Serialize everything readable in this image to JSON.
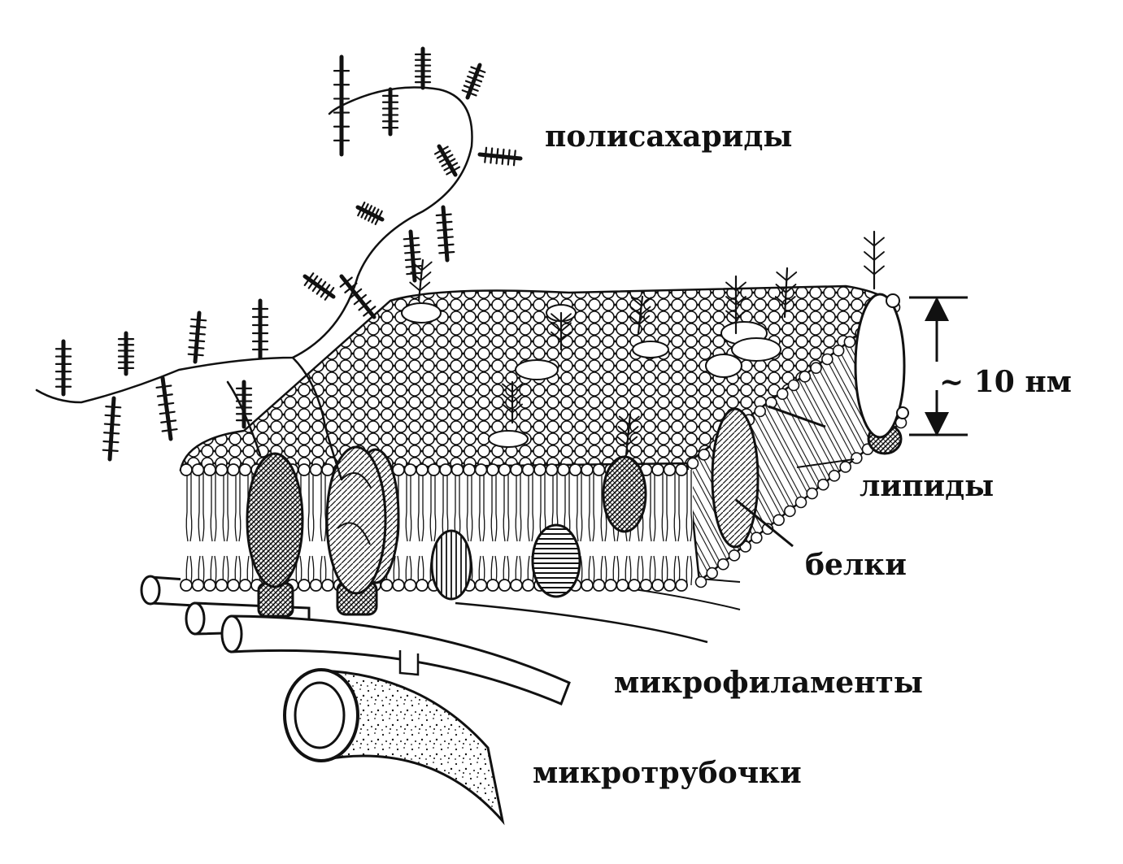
{
  "labels": {
    "polysaccharides": "полисахариды",
    "thickness": "~ 10 нм",
    "lipids": "липиды",
    "proteins": "белки",
    "microfilaments": "микрофиламенты",
    "microtubules": "микротрубочки"
  },
  "colors": {
    "ink": "#111111",
    "paper": "#ffffff"
  }
}
